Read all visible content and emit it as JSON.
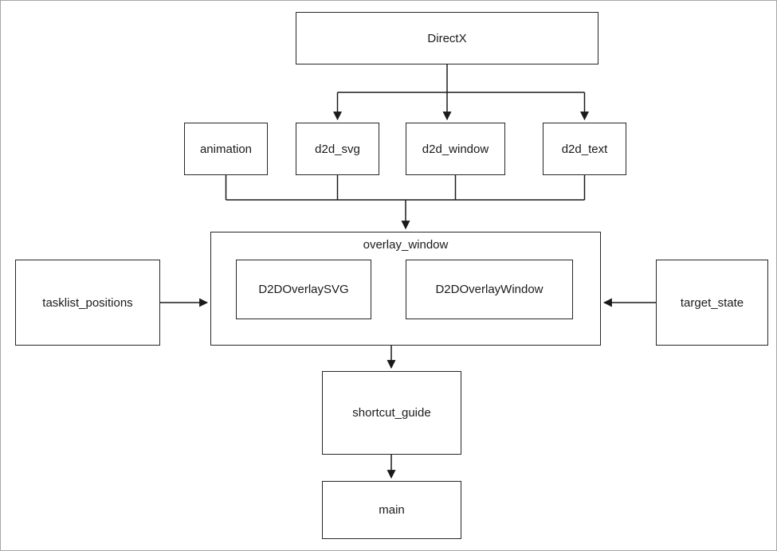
{
  "diagram": {
    "type": "module-dependency-flowchart",
    "colors": {
      "background": "#ffffff",
      "box_border": "#262626",
      "line": "#1a1a1a",
      "text": "#1a1a1a"
    },
    "nodes": {
      "directx": {
        "label": "DirectX"
      },
      "animation": {
        "label": "animation"
      },
      "d2d_svg": {
        "label": "d2d_svg"
      },
      "d2d_window": {
        "label": "d2d_window"
      },
      "d2d_text": {
        "label": "d2d_text"
      },
      "overlay_window": {
        "label": "overlay_window",
        "children": [
          "D2DOverlaySVG",
          "D2DOverlayWindow"
        ]
      },
      "d2doverlaysvg": {
        "label": "D2DOverlaySVG"
      },
      "d2doverlaywindow": {
        "label": "D2DOverlayWindow"
      },
      "tasklist_positions": {
        "label": "tasklist_positions"
      },
      "target_state": {
        "label": "target_state"
      },
      "shortcut_guide": {
        "label": "shortcut_guide"
      },
      "main": {
        "label": "main"
      }
    },
    "edges": [
      {
        "from": "DirectX",
        "to": "d2d_svg",
        "arrow": true
      },
      {
        "from": "DirectX",
        "to": "d2d_window",
        "arrow": true
      },
      {
        "from": "DirectX",
        "to": "d2d_text",
        "arrow": true
      },
      {
        "from": "animation",
        "to": "overlay_window",
        "arrow": true
      },
      {
        "from": "d2d_svg",
        "to": "overlay_window",
        "arrow": true
      },
      {
        "from": "d2d_window",
        "to": "overlay_window",
        "arrow": true
      },
      {
        "from": "d2d_text",
        "to": "overlay_window",
        "arrow": true
      },
      {
        "from": "tasklist_positions",
        "to": "overlay_window",
        "arrow": true
      },
      {
        "from": "target_state",
        "to": "overlay_window",
        "arrow": true
      },
      {
        "from": "overlay_window",
        "to": "shortcut_guide",
        "arrow": true
      },
      {
        "from": "shortcut_guide",
        "to": "main",
        "arrow": true
      }
    ]
  }
}
